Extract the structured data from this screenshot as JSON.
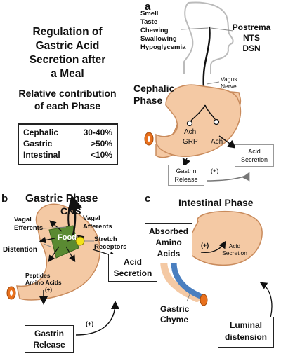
{
  "panel_a": {
    "letter": "a",
    "title_lines": [
      "Regulation of",
      "Gastric Acid",
      "Secretion after",
      "a Meal"
    ],
    "relative_heading_lines": [
      "Relative contribution",
      "of each Phase"
    ],
    "table": [
      {
        "phase": "Cephalic",
        "value": "30-40%"
      },
      {
        "phase": "Gastric",
        "value": ">50%"
      },
      {
        "phase": "Intestinal",
        "value": "<10%"
      }
    ],
    "stimuli": [
      "Smell",
      "Taste",
      "Chewing",
      "Swallowing",
      "Hypoglycemia"
    ],
    "brain_centers": [
      "Postrema",
      "NTS",
      "DSN"
    ],
    "vagus_lines": [
      "Vagus",
      "Nerve"
    ],
    "phase_label_lines": [
      "Cephalic",
      "Phase"
    ],
    "ach_left": "Ach",
    "grp": "GRP",
    "ach_right": "Ach",
    "acid_box_lines": [
      "Acid",
      "Secretion"
    ],
    "gastrin_box_lines": [
      "Gastrin",
      "Release"
    ],
    "plus": "(+)"
  },
  "panel_b": {
    "letter": "b",
    "title": "Gastric Phase",
    "cns": "CNS",
    "vagal_efferents_lines": [
      "Vagal",
      "Efferents"
    ],
    "vagal_afferents_lines": [
      "Vagal",
      "Afferents"
    ],
    "stretch_lines": [
      "Stretch",
      "Receptors"
    ],
    "distention": "Distention",
    "food": "Food",
    "peptides_lines": [
      "Peptides",
      "Amino Acids"
    ],
    "plus_inner": "(+)",
    "acid_box_lines": [
      "Acid",
      "Secretion"
    ],
    "gastrin_box_lines": [
      "Gastrin",
      "Release"
    ],
    "plus": "(+)"
  },
  "panel_c": {
    "letter": "c",
    "title": "Intestinal Phase",
    "absorbed_box_lines": [
      "Absorbed",
      "Amino",
      "Acids"
    ],
    "plus": "(+)",
    "acid_lines": [
      "Acid",
      "Secretion"
    ],
    "chyme_lines": [
      "Gastric",
      "Chyme"
    ],
    "luminal_box_lines": [
      "Luminal",
      "distension"
    ]
  },
  "colors": {
    "stomach_fill": "#f4c9a4",
    "stomach_stroke": "#c98b5c",
    "pylorus": "#e8701d",
    "food": "#5a8a32",
    "receptor": "#f2e21a",
    "chyme": "#4a7fc0",
    "head_outline": "#bbbbbb"
  }
}
